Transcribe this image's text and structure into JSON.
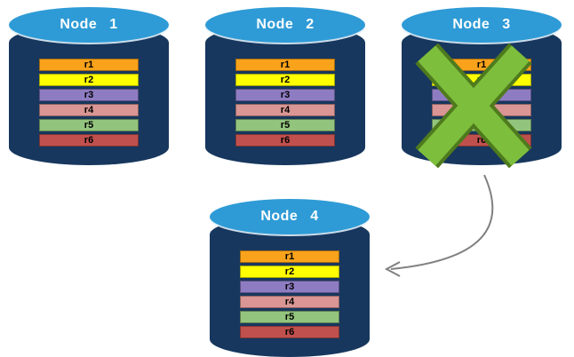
{
  "diagram": {
    "nodes": [
      {
        "label": "Node 1",
        "failed": false
      },
      {
        "label": "Node 2",
        "failed": false
      },
      {
        "label": "Node 3",
        "failed": true
      },
      {
        "label": "Node 4",
        "failed": false
      }
    ],
    "records": [
      {
        "label": "r1",
        "color": "#F9A21B"
      },
      {
        "label": "r2",
        "color": "#FFFF00"
      },
      {
        "label": "r3",
        "color": "#8E7CC3"
      },
      {
        "label": "r4",
        "color": "#D99694"
      },
      {
        "label": "r5",
        "color": "#93C47D"
      },
      {
        "label": "r6",
        "color": "#C0504D"
      }
    ],
    "colors": {
      "cylinder_body": "#17375E",
      "cylinder_top": "#2E9BD6",
      "failure_x": "#7DBE3C",
      "failure_x_outline": "#4F7A1D",
      "arrow": "#808080"
    }
  }
}
